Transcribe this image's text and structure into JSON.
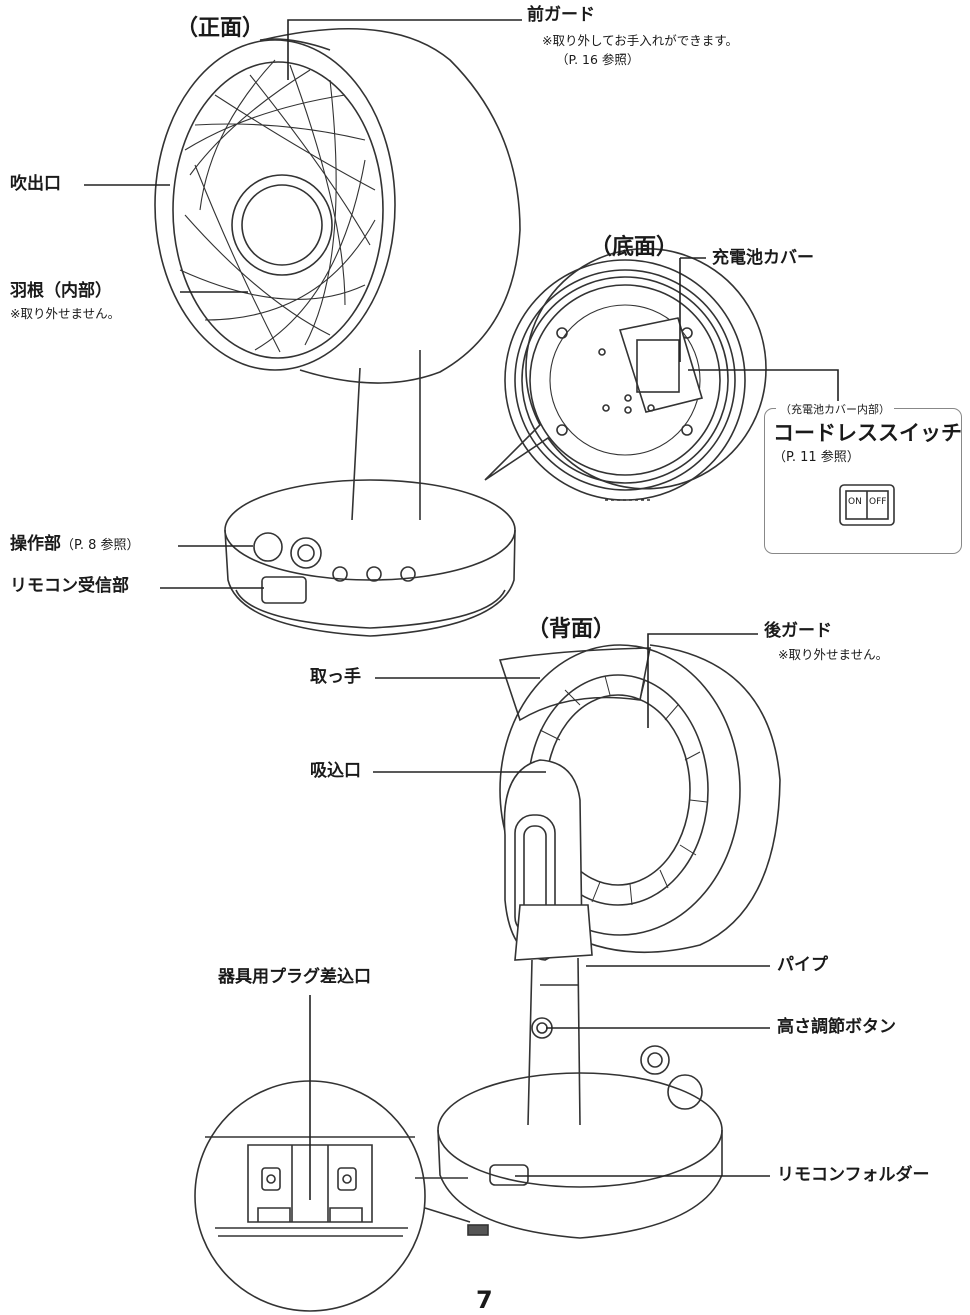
{
  "views": {
    "front": "（正面）",
    "bottom": "（底面）",
    "back": "（背面）"
  },
  "labels": {
    "front_guard": "前ガード",
    "front_guard_note1": "※取り外してお手入れができます。",
    "front_guard_note2": "（P. 16 参照）",
    "outlet": "吹出口",
    "blade": "羽根（内部）",
    "blade_note": "※取り外せません。",
    "battery_cover": "充電池カバー",
    "battery_cover_inside": "（充電池カバー内部）",
    "cordless_switch": "コードレススイッチ",
    "cordless_switch_ref": "（P. 11 参照）",
    "switch_on": "ON",
    "switch_off": "OFF",
    "control_panel": "操作部",
    "control_panel_ref": "（P. 8 参照）",
    "remote_receiver": "リモコン受信部",
    "rear_guard": "後ガード",
    "rear_guard_note": "※取り外せません。",
    "handle": "取っ手",
    "inlet": "吸込口",
    "plug_inlet": "器具用プラグ差込口",
    "pipe": "パイプ",
    "height_button": "高さ調節ボタン",
    "remote_holder": "リモコンフォルダー"
  },
  "page_number": "7"
}
